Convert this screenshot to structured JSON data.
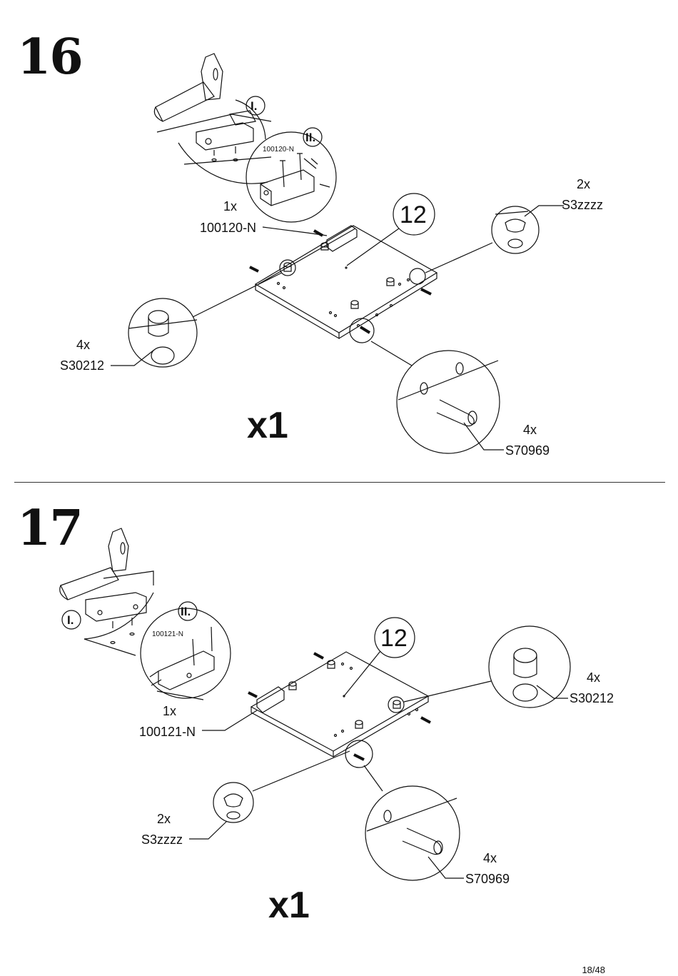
{
  "steps": [
    {
      "number": "16",
      "detail_I": "I.",
      "detail_II": "II.",
      "detail_part_code": "100120-N",
      "panel": "12",
      "quantity": "x1",
      "parts": [
        {
          "qty": "1x",
          "code": "100120-N"
        },
        {
          "qty": "2x",
          "code": "S3zzzz"
        },
        {
          "qty": "4x",
          "code": "S30212"
        },
        {
          "qty": "4x",
          "code": "S70969"
        }
      ]
    },
    {
      "number": "17",
      "detail_I": "I.",
      "detail_II": "II.",
      "detail_part_code": "100121-N",
      "panel": "12",
      "quantity": "x1",
      "parts": [
        {
          "qty": "1x",
          "code": "100121-N"
        },
        {
          "qty": "4x",
          "code": "S30212"
        },
        {
          "qty": "2x",
          "code": "S3zzzz"
        },
        {
          "qty": "4x",
          "code": "S70969"
        }
      ]
    }
  ],
  "footer": {
    "page": "18/48"
  }
}
